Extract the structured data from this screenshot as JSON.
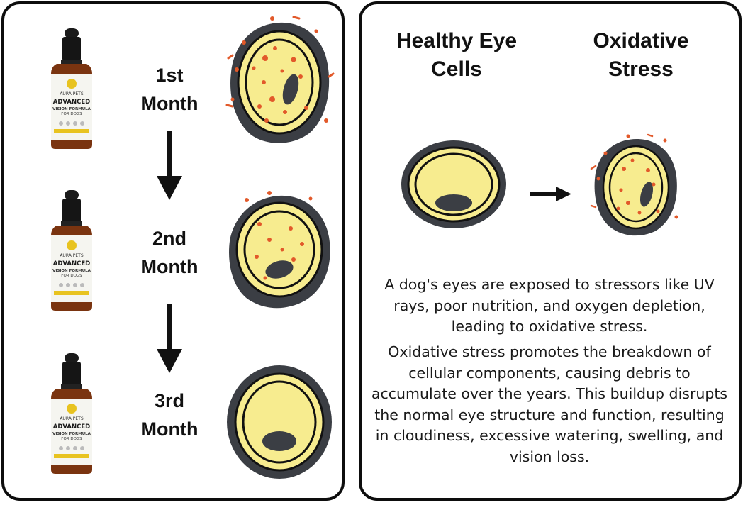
{
  "left_panel": {
    "product": {
      "brand": "AURA PETS",
      "name_line1": "ADVANCED",
      "name_line2": "VISION FORMULA",
      "name_line3": "FOR DOGS"
    },
    "steps": [
      {
        "label_line1": "1st",
        "label_line2": "Month"
      },
      {
        "label_line1": "2nd",
        "label_line2": "Month"
      },
      {
        "label_line1": "3rd",
        "label_line2": "Month"
      }
    ]
  },
  "right_panel": {
    "healthy_heading_line1": "Healthy Eye",
    "healthy_heading_line2": "Cells",
    "stress_heading_line1": "Oxidative",
    "stress_heading_line2": "Stress",
    "paragraph1": "A dog's eyes are exposed to stressors like UV rays, poor nutrition, and oxygen depletion, leading to oxidative stress.",
    "paragraph2": "Oxidative stress promotes the breakdown of cellular components, causing debris to accumulate over the years. This buildup disrupts the normal eye structure and function, resulting in cloudiness, excessive watering, swelling, and vision loss."
  },
  "colors": {
    "cell_fill": "#f7ec8f",
    "cell_border": "#3b3e44",
    "debris": "#e2592a",
    "bottle_glass": "#7a3410",
    "label_accent": "#e8c320"
  }
}
